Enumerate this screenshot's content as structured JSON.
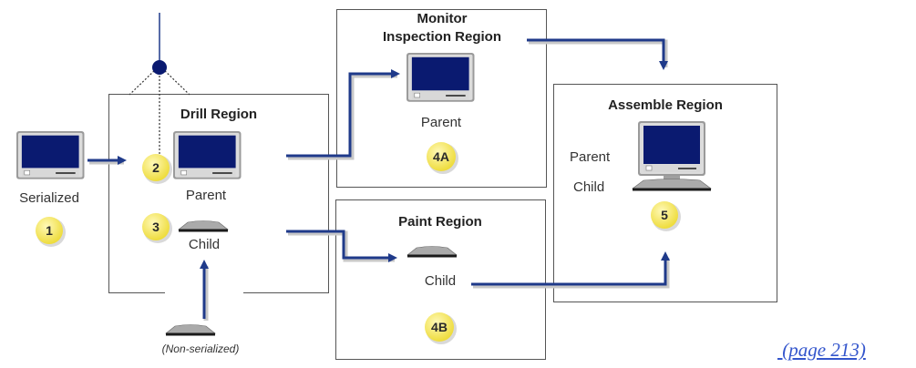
{
  "regions": {
    "drill": "Drill Region",
    "monitor_line1": "Monitor",
    "monitor_line2": "Inspection Region",
    "paint": "Paint Region",
    "assemble": "Assemble Region"
  },
  "labels": {
    "serialized": "Serialized",
    "drill_parent": "Parent",
    "drill_child": "Child",
    "non_serialized": "(Non-serialized)",
    "monitor_parent": "Parent",
    "paint_child": "Child",
    "assemble_parent": "Parent",
    "assemble_child": "Child"
  },
  "badges": {
    "b1": "1",
    "b2": "2",
    "b3": "3",
    "b4a": "4A",
    "b4b": "4B",
    "b5": "5"
  },
  "link": {
    "text": " (page 213)"
  },
  "colors": {
    "arrow": "#1f3a8a",
    "screen": "#0a1a70",
    "badge": "#f7ec6a",
    "border": "#555555"
  }
}
